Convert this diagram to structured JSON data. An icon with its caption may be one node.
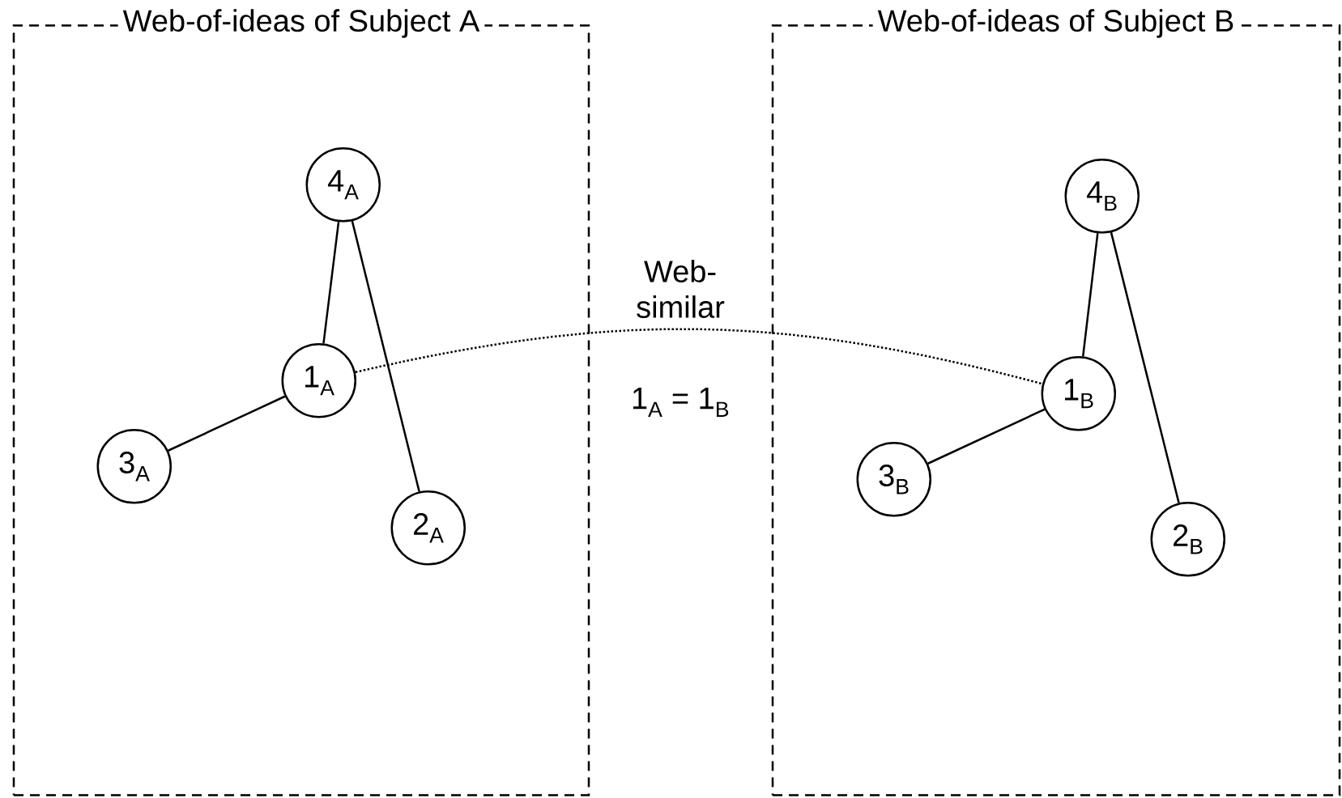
{
  "diagram": {
    "nodes": [
      {
        "text": [
          "Web-of-ideas of Subject A"
        ]
      },
      {
        "text": [
          "4$_{A}$"
        ],
        "in": 0
      },
      {
        "text": [
          "1$_{A}$"
        ],
        "in": 0
      },
      {
        "text": [
          "3$_{A}$"
        ],
        "in": 0
      },
      {
        "text": [
          "2$_{A}$"
        ],
        "in": 0
      },
      {
        "text": [
          "Web-of-ideas of Subject B"
        ]
      },
      {
        "text": [
          "4$_{B}$"
        ],
        "in": 5
      },
      {
        "text": [
          "1$_{B}$"
        ],
        "in": 5
      },
      {
        "text": [
          "3$_{B}$"
        ],
        "in": 5
      },
      {
        "text": [
          "2$_{B}$"
        ],
        "in": 5
      }
    ],
    "edges": [
      {
        "from": 1,
        "to": 2,
        "arrow": "none"
      },
      {
        "from": 1,
        "to": 4,
        "arrow": "none"
      },
      {
        "from": 2,
        "to": 3,
        "arrow": "none"
      },
      {
        "from": 6,
        "to": 7,
        "arrow": "none"
      },
      {
        "from": 6,
        "to": 9,
        "arrow": "none"
      },
      {
        "from": 7,
        "to": 8,
        "arrow": "none"
      },
      {
        "from": 2,
        "to": 7,
        "arrow": "none",
        "label": "Web-similar",
        "style": "dashed"
      }
    ],
    "labels": [
      "1$_{A}$ = 1$_{B}$"
    ]
  }
}
